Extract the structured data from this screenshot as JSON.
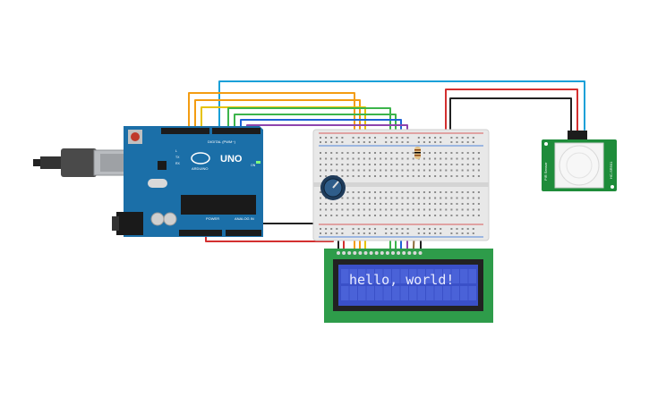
{
  "lcd": {
    "text": "hello, world!"
  },
  "arduino": {
    "model": "UNO",
    "brand": "ARDUINO",
    "digital_label": "DIGITAL (PWM~)",
    "power_label": "POWER",
    "analog_label": "ANALOG IN",
    "tx_label": "TX",
    "rx_label": "RX",
    "l_label": "L",
    "on_label": "ON"
  },
  "pir": {
    "label_left": "PIR Sensor",
    "label_right": "HC-SR501"
  },
  "colors": {
    "arduino_board": "#1b6fa8",
    "breadboard": "#e8e8e8",
    "lcd_pcb": "#2e9c4a",
    "lcd_screen": "#3a50c8",
    "pir_pcb": "#1e8c3a",
    "wire_red": "#d32f2f",
    "wire_black": "#212121",
    "wire_orange": "#f39c12",
    "wire_yellow": "#e6c200",
    "wire_green": "#3cb44b",
    "wire_blue": "#1e63d6",
    "wire_purple": "#8e44ad",
    "wire_cyan": "#1aa0d8"
  },
  "icons": [
    "usb-connector-icon",
    "dc-jack-icon",
    "potentiometer-icon",
    "resistor-icon",
    "pir-dome-icon"
  ]
}
